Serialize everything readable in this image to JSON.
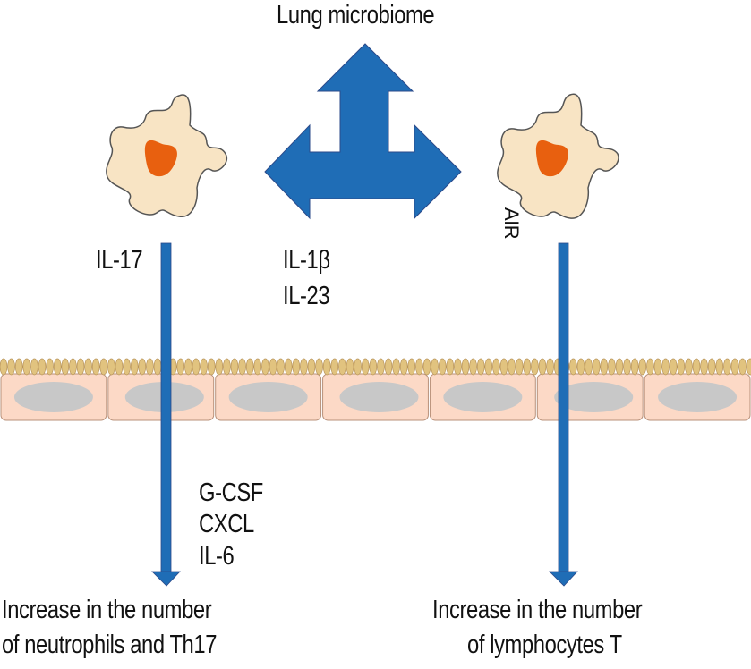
{
  "title": "Lung microbiome",
  "colors": {
    "arrow_blue": "#1f6db6",
    "cell_body": "#f8e4c4",
    "nucleus_orange": "#e8600f",
    "epithelium_cell": "#fcd9c6",
    "epithelium_nucleus": "#c8c8c8",
    "cilia": "#e1c37f"
  },
  "labels": {
    "left_cytokine": "IL-17",
    "center_cytokines": [
      "IL-1β",
      "IL-23"
    ],
    "air": "AIR",
    "downstream_mediators": [
      "G-CSF",
      "CXCL",
      "IL-6"
    ],
    "left_outcome": [
      "Increase in the number",
      "of neutrophils and Th17"
    ],
    "right_outcome": [
      "Increase in the number",
      "of lymphocytes T"
    ]
  },
  "structures": {
    "macrophages": [
      "macrophage-left",
      "macrophage-right"
    ],
    "epithelium_cells": 7
  }
}
